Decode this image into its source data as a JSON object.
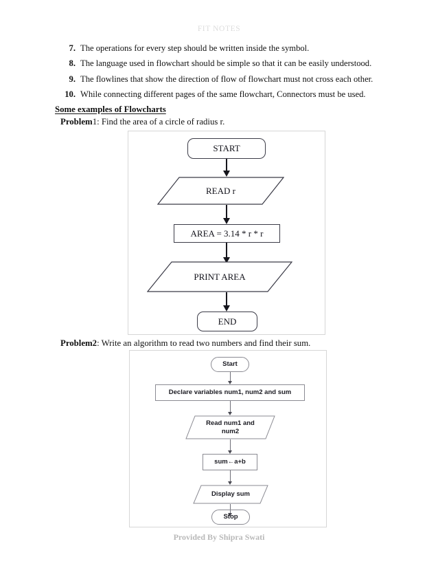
{
  "header": {
    "title": "FIT NOTES"
  },
  "rules": [
    {
      "num": "7.",
      "text": "The operations for every step should be written inside the symbol."
    },
    {
      "num": "8.",
      "text": "The language used in flowchart should be simple so that it can be easily understood."
    },
    {
      "num": "9.",
      "text": "The flowlines that show the direction of flow of flowchart must not cross each other."
    },
    {
      "num": "10.",
      "text": "While connecting different pages of the same flowchart, Connectors must be used."
    }
  ],
  "section": {
    "heading": "Some examples of Flowcharts"
  },
  "problems": [
    {
      "label_bold": "Problem",
      "label_num": "1",
      "text": ": Find the area of a circle of radius r."
    },
    {
      "label_bold": "Problem2",
      "label_num": "",
      "text": ": Write an algorithm to read two numbers and find their sum."
    }
  ],
  "flowchart1": {
    "nodes": [
      {
        "id": "start",
        "shape": "terminator",
        "label": "START"
      },
      {
        "id": "read",
        "shape": "io",
        "label": "READ r"
      },
      {
        "id": "area",
        "shape": "process",
        "label": "AREA = 3.14 * r * r"
      },
      {
        "id": "print",
        "shape": "io",
        "label": "PRINT AREA"
      },
      {
        "id": "end",
        "shape": "terminator",
        "label": "END"
      }
    ],
    "stroke": "#3a3a46",
    "arrow_color": "#15151c"
  },
  "flowchart2": {
    "nodes": [
      {
        "id": "start",
        "shape": "terminator",
        "label": "Start"
      },
      {
        "id": "declare",
        "shape": "process",
        "label": "Declare variables num1, num2 and sum"
      },
      {
        "id": "read",
        "shape": "io",
        "label_line1": "Read num1 and",
        "label_line2": "num2"
      },
      {
        "id": "sum",
        "shape": "process",
        "label": "sum←a+b"
      },
      {
        "id": "display",
        "shape": "io",
        "label": "Display sum"
      },
      {
        "id": "stop",
        "shape": "terminator",
        "label": "Stop"
      }
    ],
    "stroke": "#8a8a92",
    "arrow_color": "#4a4a53"
  },
  "footer": {
    "text": "Provided By Shipra Swati"
  }
}
